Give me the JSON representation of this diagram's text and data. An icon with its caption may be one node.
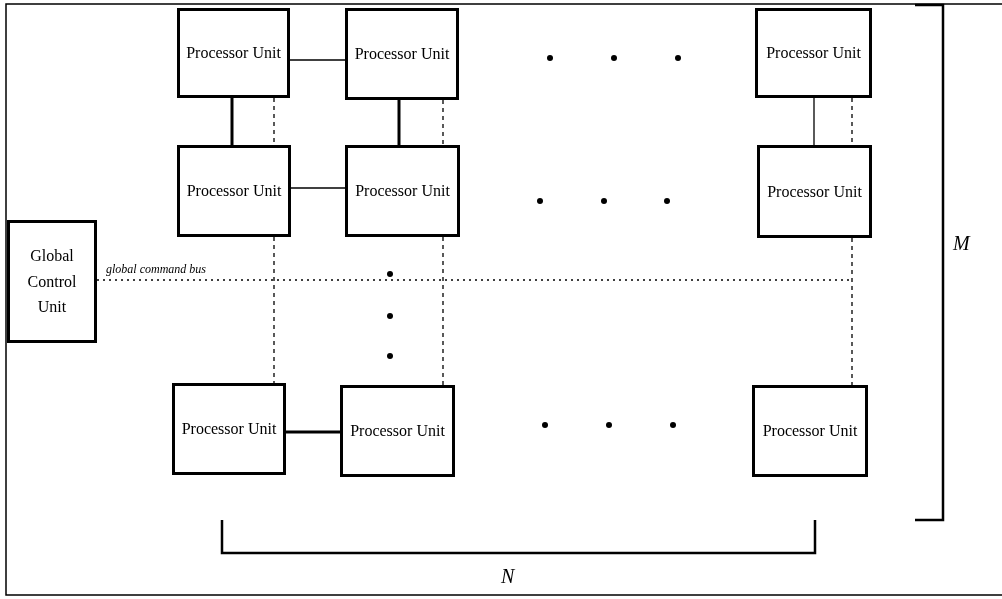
{
  "diagram": {
    "nodes": [
      {
        "text": [
          "Processor Unit"
        ]
      },
      {
        "text": [
          "Processor Unit"
        ]
      },
      {
        "text": [
          "Processor Unit"
        ]
      },
      {
        "text": [
          "Processor Unit"
        ]
      },
      {
        "text": [
          "Processor Unit"
        ]
      },
      {
        "text": [
          "Processor Unit"
        ]
      },
      {
        "text": [
          "Global Control Unit"
        ]
      },
      {
        "text": [
          "Processor Unit"
        ]
      },
      {
        "text": [
          "Processor Unit"
        ]
      },
      {
        "text": [
          "Processor Unit"
        ]
      }
    ],
    "edges": [
      {
        "from": 0,
        "to": 1,
        "arrow": "none"
      },
      {
        "from": 0,
        "to": 3,
        "arrow": "none",
        "style": "thick"
      },
      {
        "from": 1,
        "to": 4,
        "arrow": "none",
        "style": "thick"
      },
      {
        "from": 2,
        "to": 5,
        "arrow": "none"
      },
      {
        "from": 3,
        "to": 4,
        "arrow": "none"
      },
      {
        "from": 7,
        "to": 8,
        "arrow": "none",
        "style": "thick"
      },
      {
        "from": 0,
        "to": 3,
        "arrow": "none",
        "style": "dashed"
      },
      {
        "from": 1,
        "to": 4,
        "arrow": "none",
        "style": "dashed"
      },
      {
        "from": 2,
        "to": 5,
        "arrow": "none",
        "style": "dashed"
      },
      {
        "from": 3,
        "to": 7,
        "arrow": "none",
        "style": "dashed"
      },
      {
        "from": 4,
        "to": 8,
        "arrow": "none",
        "style": "dashed"
      },
      {
        "from": 5,
        "to": 9,
        "arrow": "none",
        "style": "dashed"
      },
      {
        "from": 6,
        "to": null,
        "arrow": "none",
        "style": "dashed",
        "label": "global command bus"
      }
    ],
    "labels": [
      "M",
      "N"
    ]
  }
}
